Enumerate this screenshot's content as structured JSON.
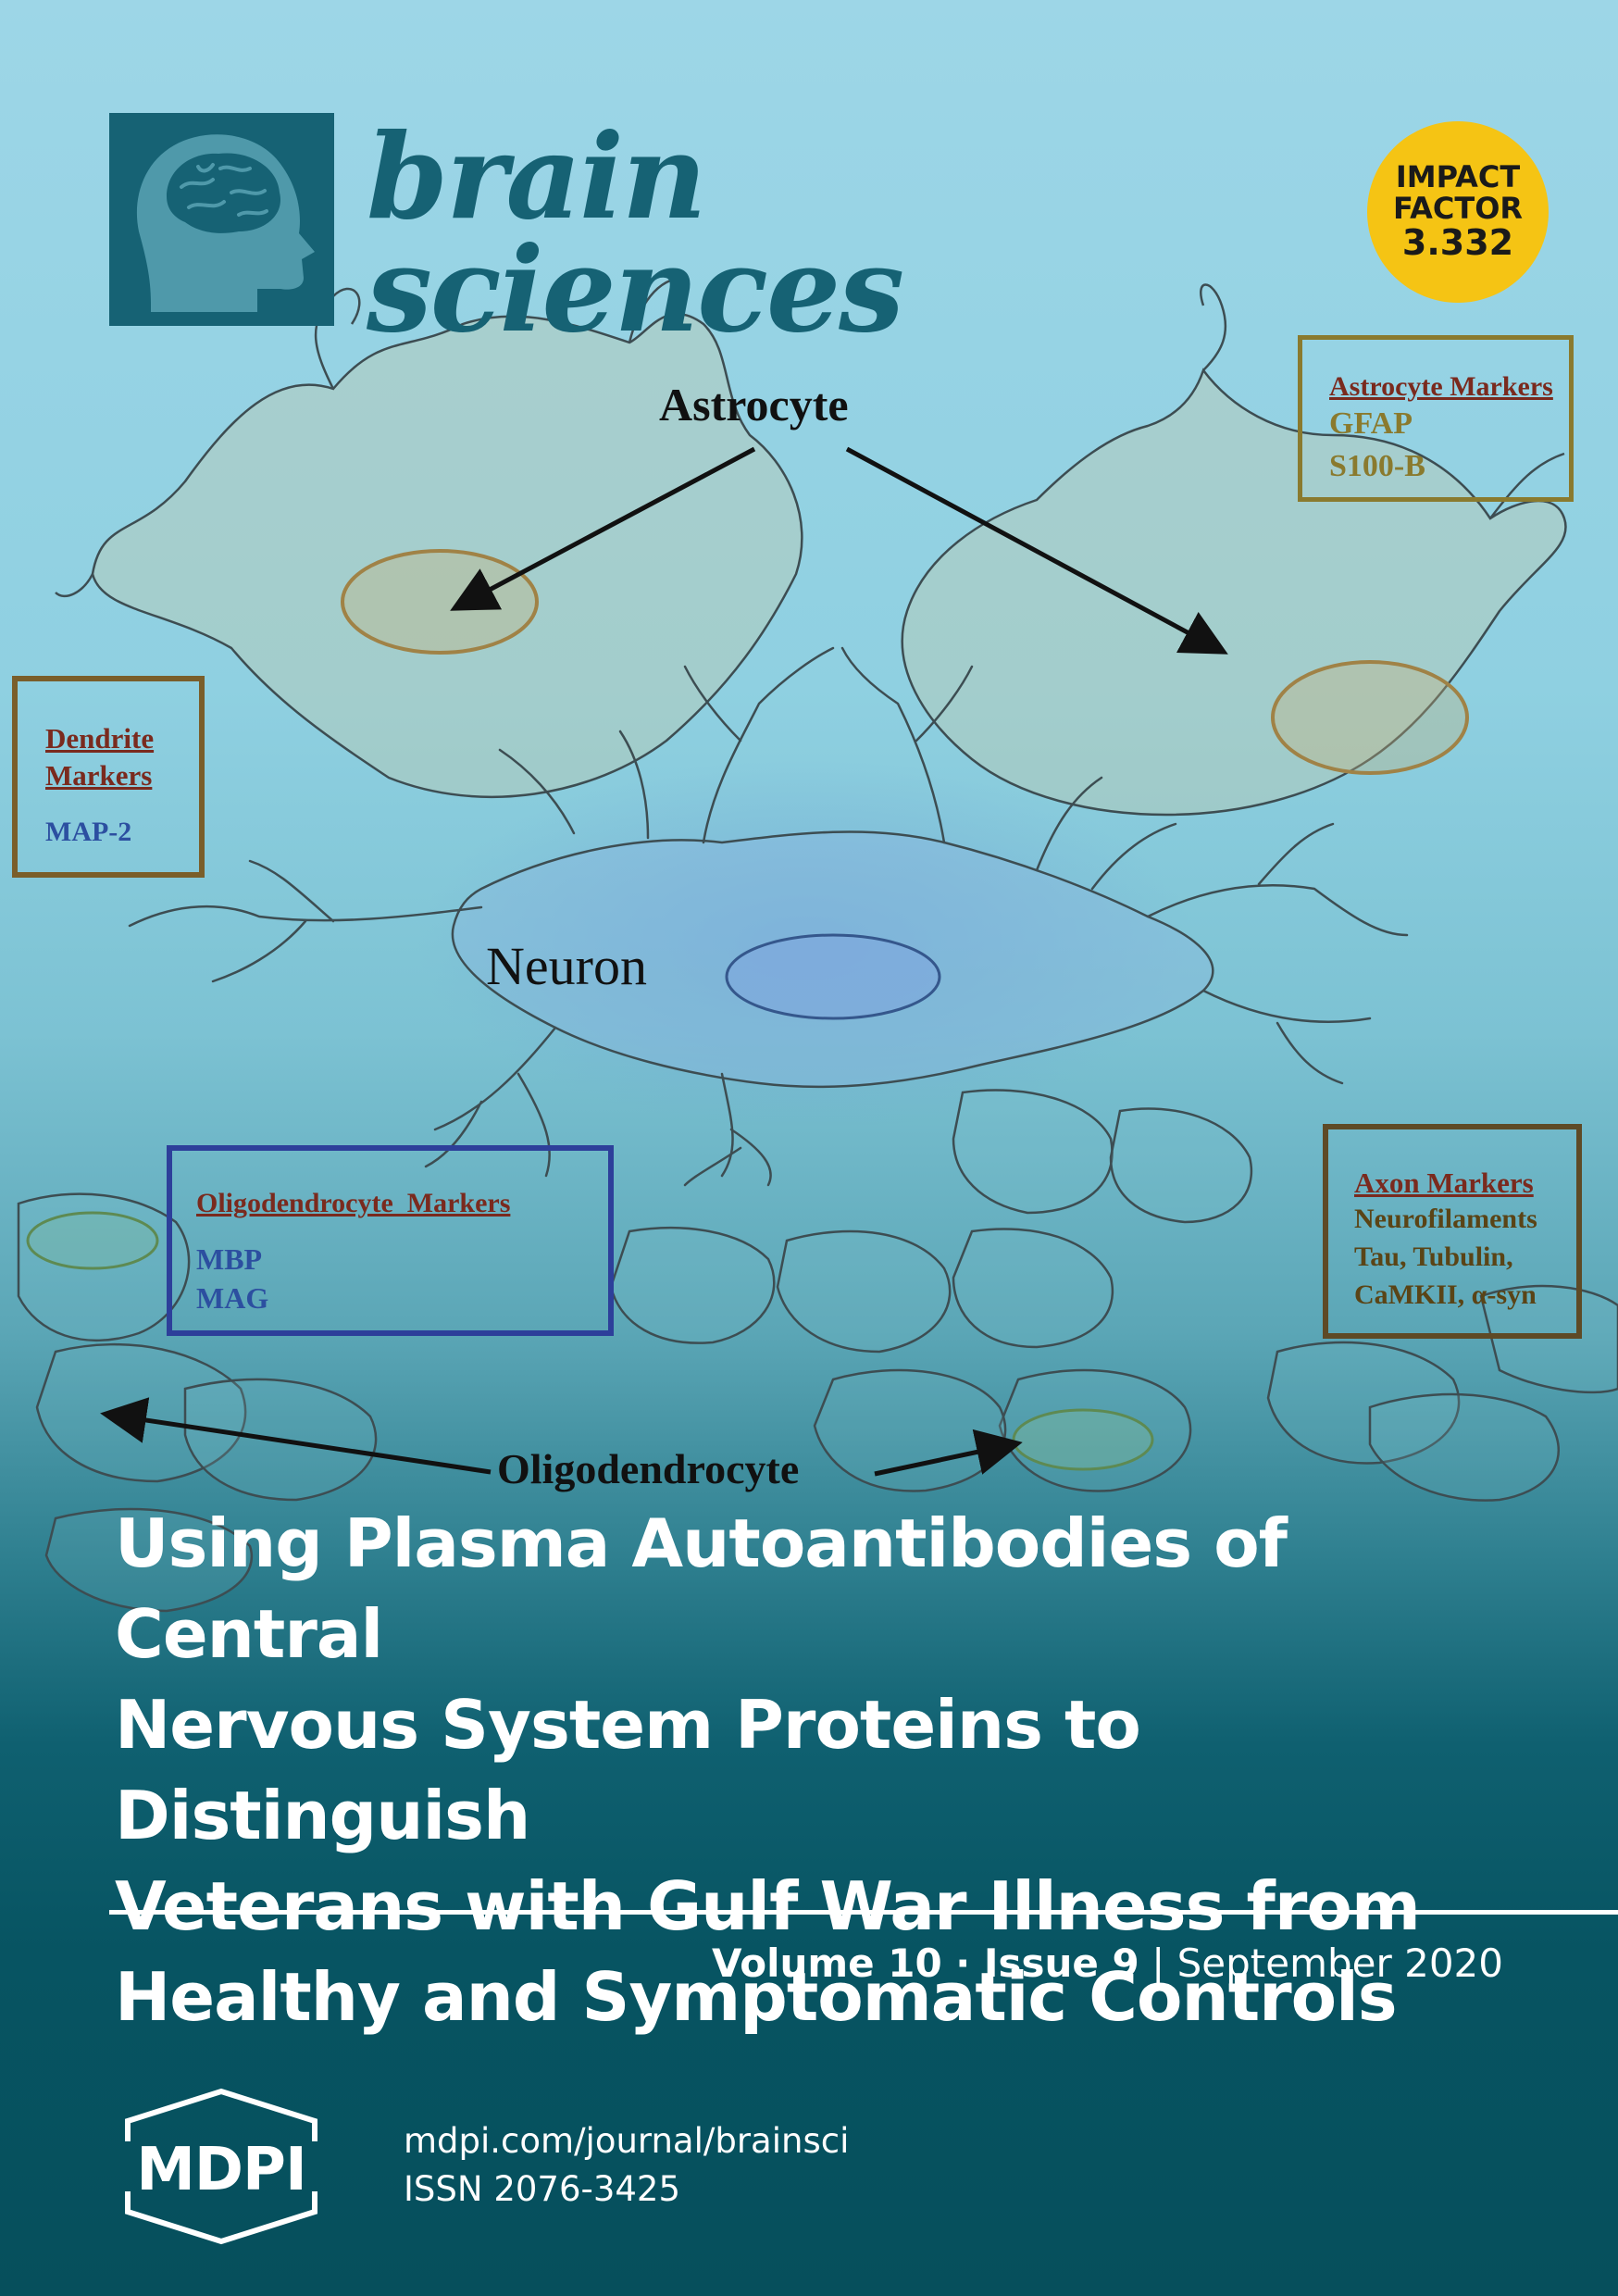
{
  "journal": {
    "name_line1": "brain",
    "name_line2": "sciences"
  },
  "impact_factor": {
    "line1": "IMPACT",
    "line2": "FACTOR",
    "value": "3.332"
  },
  "figure_labels": {
    "astrocyte": "Astrocyte",
    "neuron": "Neuron",
    "oligodendrocyte": "Oligodendrocyte"
  },
  "marker_boxes": {
    "astrocyte": {
      "title": "Astrocyte Markers",
      "items": [
        "GFAP",
        "S100-B"
      ],
      "border_color": "#8a7a2e",
      "item_color": "#8a7a2e"
    },
    "dendrite": {
      "title_line1": "Dendrite",
      "title_line2": "Markers",
      "items": [
        "MAP-2"
      ],
      "border_color": "#7a5e2a",
      "item_color": "#2c4fa0"
    },
    "oligodendrocyte": {
      "title": "Oligodendrocyte  Markers",
      "items": [
        "MBP",
        "MAG"
      ],
      "border_color": "#2d3f9a",
      "item_color": "#2c4fa0"
    },
    "axon": {
      "title": "Axon Markers",
      "items": [
        "Neurofilaments",
        "Tau, Tubulin,",
        "CaMKII, α-syn"
      ],
      "border_color": "#5e4a26",
      "item_color": "#5a4416"
    }
  },
  "article_title_lines": [
    "Using Plasma Autoantibodies of Central",
    "Nervous System Proteins to Distinguish",
    "Veterans with Gulf War Illness from",
    "Healthy and Symptomatic Controls"
  ],
  "issue": {
    "volume": "Volume 10",
    "separator": " · ",
    "issue": "Issue 9",
    "divider": " | ",
    "date": "September 2020"
  },
  "publisher": {
    "name": "MDPI",
    "url": "mdpi.com/journal/brainsci",
    "issn": "ISSN 2076-3425"
  },
  "icons": [
    "brain-head-icon",
    "mdpi-hexagon-logo"
  ],
  "colors": {
    "brand_teal": "#166274",
    "impact_yellow": "#f5c414"
  }
}
